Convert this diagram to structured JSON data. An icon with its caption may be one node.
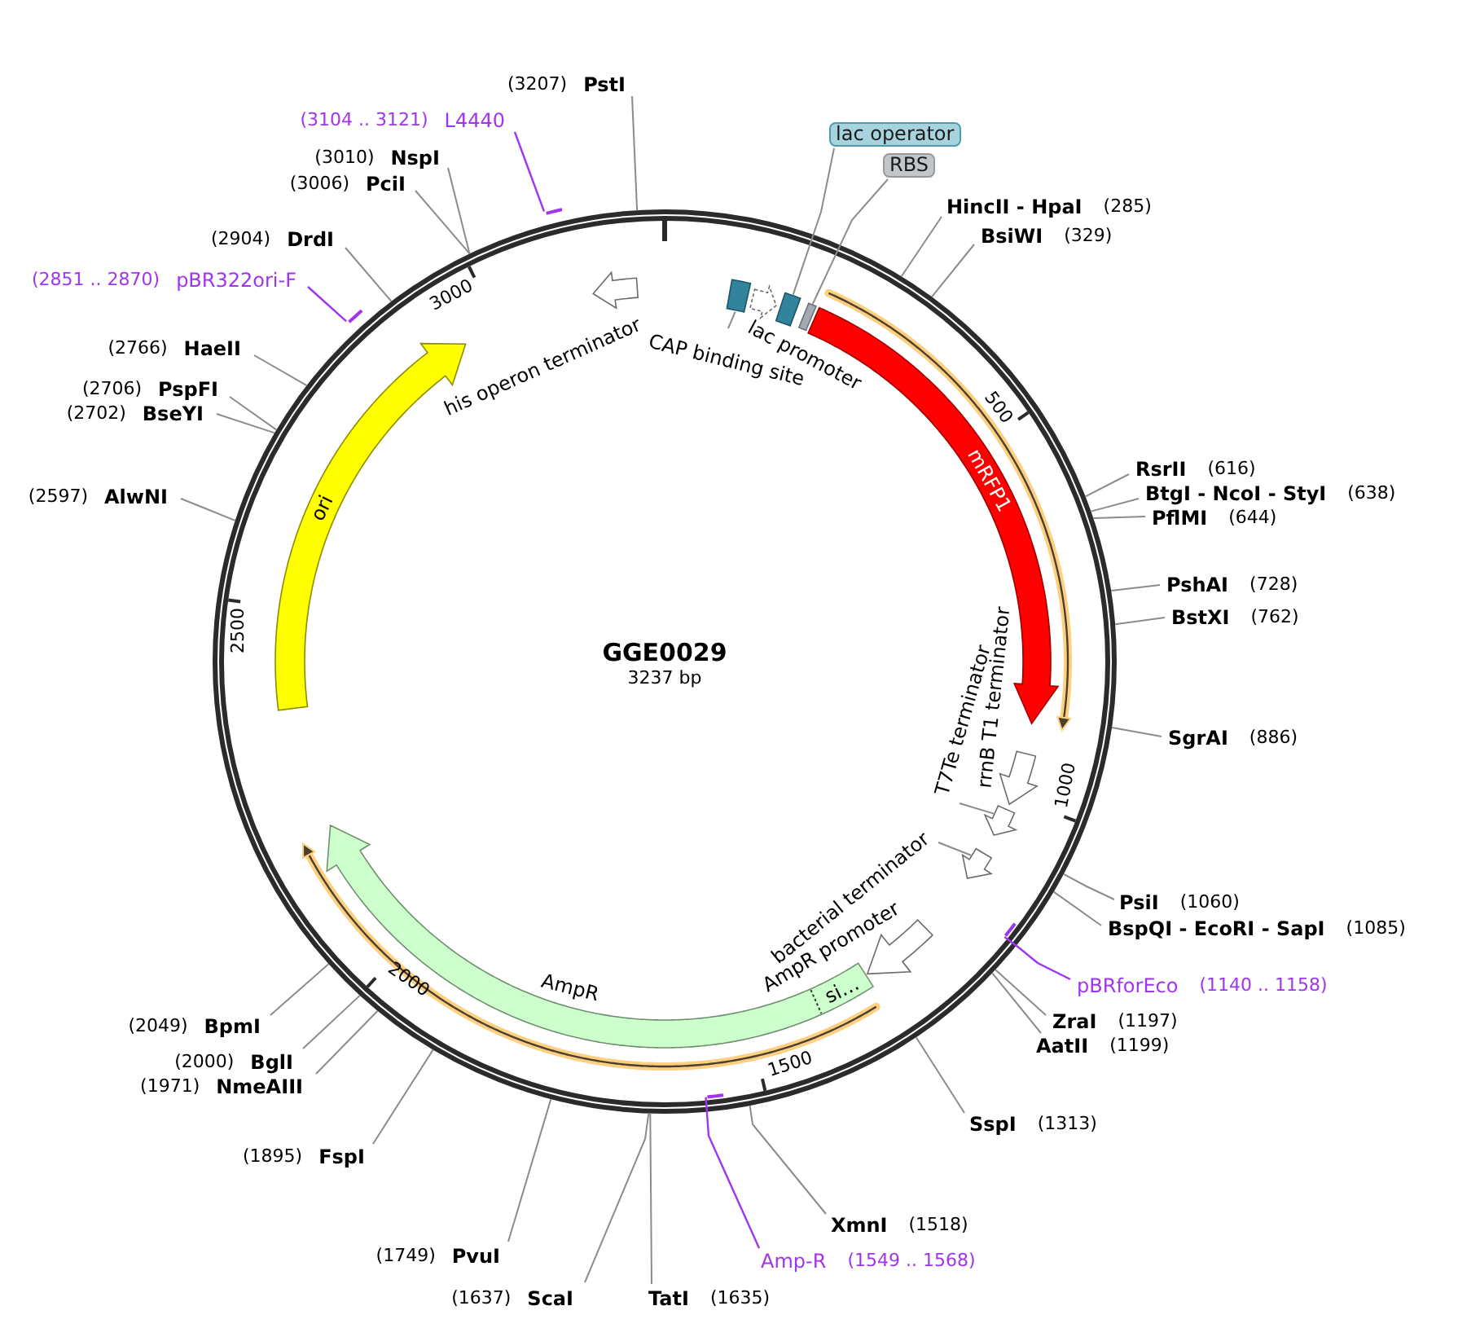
{
  "diagram": {
    "title": "GGE0029",
    "nodes": [
      {
        "text": [
          "lac operator"
        ]
      },
      {
        "text": [
          "RBS"
        ]
      },
      {
        "text": [],
        "shape": "box"
      },
      {
        "text": [
          "CAP binding site"
        ]
      },
      {
        "text": [],
        "shape": "arrow",
        "beside": [
          "lac promoter"
        ]
      },
      {
        "text": [],
        "shape": "box"
      },
      {
        "text": [],
        "shape": "box"
      },
      {
        "text": [
          "mRFP1"
        ]
      },
      {
        "text": [],
        "shape": "arrow",
        "beside": [
          "his operon terminator"
        ]
      },
      {
        "text": [],
        "shape": "arrow",
        "beside": [
          "rrnB T1 terminator"
        ]
      },
      {
        "text": [],
        "shape": "arrow"
      },
      {
        "text": [
          "T7Te terminator"
        ]
      },
      {
        "text": [],
        "shape": "arrow"
      },
      {
        "text": [
          "bacterial terminator"
        ]
      },
      {
        "text": [],
        "shape": "arrow",
        "beside": [
          "AmpR promoter"
        ]
      },
      {
        "text": [],
        "shape": "arrow",
        "beside": [
          "AmpR"
        ]
      },
      {
        "text": [
          "si…"
        ],
        "in": 15
      },
      {
        "text": [
          "ori"
        ]
      },
      {
        "text": [
          "(3207)",
          "PstI"
        ]
      },
      {
        "text": [
          "(3104 .. 3121)",
          "L4440"
        ]
      },
      {
        "text": [],
        "shape": "bar"
      },
      {
        "text": [
          "(3010)",
          "NspI"
        ]
      },
      {
        "text": [
          "(3006)",
          "PciI"
        ]
      },
      {
        "text": [
          "(2904)",
          "DrdI"
        ]
      },
      {
        "text": [
          "(2851 .. 2870)",
          "pBR322ori-F"
        ]
      },
      {
        "text": [],
        "shape": "bar"
      },
      {
        "text": [
          "(2766)",
          "HaeII"
        ]
      },
      {
        "text": [
          "(2706)",
          "PspFI"
        ]
      },
      {
        "text": [
          "(2702)",
          "BseYI"
        ]
      },
      {
        "text": [
          "(2597)",
          "AlwNI"
        ]
      },
      {
        "text": [
          "HincII - HpaI",
          "(285)"
        ]
      },
      {
        "text": [
          "BsiWI",
          "(329)"
        ]
      },
      {
        "text": [
          "RsrII",
          "(616)"
        ]
      },
      {
        "text": [
          "BtgI - NcoI - StyI",
          "(638)"
        ]
      },
      {
        "text": [
          "PflMI",
          "(644)"
        ]
      },
      {
        "text": [
          "PshAI",
          "(728)"
        ]
      },
      {
        "text": [
          "BstXI",
          "(762)"
        ]
      },
      {
        "text": [
          "SgrAI",
          "(886)"
        ]
      },
      {
        "text": [
          "PsiI",
          "(1060)"
        ]
      },
      {
        "text": [
          "BspQI - EcoRI - SapI",
          "(1085)"
        ]
      },
      {
        "text": [
          "pBRforEco",
          "(1140 .. 1158)"
        ]
      },
      {
        "text": [],
        "shape": "bar"
      },
      {
        "text": [
          "ZraI",
          "(1197)"
        ]
      },
      {
        "text": [
          "AatII",
          "(1199)"
        ]
      },
      {
        "text": [
          "SspI",
          "(1313)"
        ]
      },
      {
        "text": [
          "XmnI",
          "(1518)"
        ]
      },
      {
        "text": [
          "Amp-R",
          "(1549 .. 1568)"
        ]
      },
      {
        "text": [],
        "shape": "bar"
      },
      {
        "text": [
          "TatI",
          "(1635)"
        ]
      },
      {
        "text": [
          "(1637)",
          "ScaI"
        ]
      },
      {
        "text": [
          "(1749)",
          "PvuI"
        ]
      },
      {
        "text": [
          "(1895)",
          "FspI"
        ]
      },
      {
        "text": [
          "(1971)",
          "NmeAIII"
        ]
      },
      {
        "text": [
          "(2000)",
          "BglI"
        ]
      },
      {
        "text": [
          "(2049)",
          "BpmI"
        ]
      }
    ],
    "edges": [
      {
        "from": 0,
        "to": 5,
        "arrow": "none"
      },
      {
        "from": 1,
        "to": 6,
        "arrow": "none"
      },
      {
        "from": 3,
        "to": 2,
        "arrow": "none"
      },
      {
        "from": 11,
        "to": 10,
        "arrow": "none"
      },
      {
        "from": 13,
        "to": 12,
        "arrow": "none"
      },
      {
        "from": 18,
        "to": null,
        "arrow": "none"
      },
      {
        "from": 19,
        "to": 20,
        "arrow": "none",
        "color": "#a034f0"
      },
      {
        "from": 21,
        "to": null,
        "arrow": "none"
      },
      {
        "from": 22,
        "to": null,
        "arrow": "none"
      },
      {
        "from": 23,
        "to": null,
        "arrow": "none"
      },
      {
        "from": 24,
        "to": 25,
        "arrow": "none",
        "color": "#a034f0"
      },
      {
        "from": 26,
        "to": null,
        "arrow": "none"
      },
      {
        "from": 27,
        "to": null,
        "arrow": "none"
      },
      {
        "from": 28,
        "to": null,
        "arrow": "none"
      },
      {
        "from": 29,
        "to": null,
        "arrow": "none"
      },
      {
        "from": 30,
        "to": null,
        "arrow": "none"
      },
      {
        "from": 31,
        "to": null,
        "arrow": "none"
      },
      {
        "from": 32,
        "to": null,
        "arrow": "none"
      },
      {
        "from": 33,
        "to": null,
        "arrow": "none"
      },
      {
        "from": 34,
        "to": null,
        "arrow": "none"
      },
      {
        "from": 35,
        "to": null,
        "arrow": "none"
      },
      {
        "from": 36,
        "to": null,
        "arrow": "none"
      },
      {
        "from": 37,
        "to": null,
        "arrow": "none"
      },
      {
        "from": 38,
        "to": null,
        "arrow": "none"
      },
      {
        "from": 39,
        "to": null,
        "arrow": "none"
      },
      {
        "from": 40,
        "to": 41,
        "arrow": "none",
        "color": "#a034f0"
      },
      {
        "from": 42,
        "to": null,
        "arrow": "none"
      },
      {
        "from": 43,
        "to": null,
        "arrow": "none"
      },
      {
        "from": 44,
        "to": null,
        "arrow": "none"
      },
      {
        "from": 45,
        "to": null,
        "arrow": "none"
      },
      {
        "from": 46,
        "to": 47,
        "arrow": "none",
        "color": "#a034f0"
      },
      {
        "from": 48,
        "to": null,
        "arrow": "none"
      },
      {
        "from": 49,
        "to": null,
        "arrow": "none"
      },
      {
        "from": 50,
        "to": null,
        "arrow": "none"
      },
      {
        "from": 51,
        "to": null,
        "arrow": "none"
      },
      {
        "from": 52,
        "to": null,
        "arrow": "none"
      },
      {
        "from": 53,
        "to": null,
        "arrow": "none"
      },
      {
        "from": 54,
        "to": null,
        "arrow": "none"
      }
    ],
    "labels": [
      "3237 bp",
      "3000",
      "500",
      "2500",
      "1000",
      "2000",
      "1500"
    ]
  }
}
